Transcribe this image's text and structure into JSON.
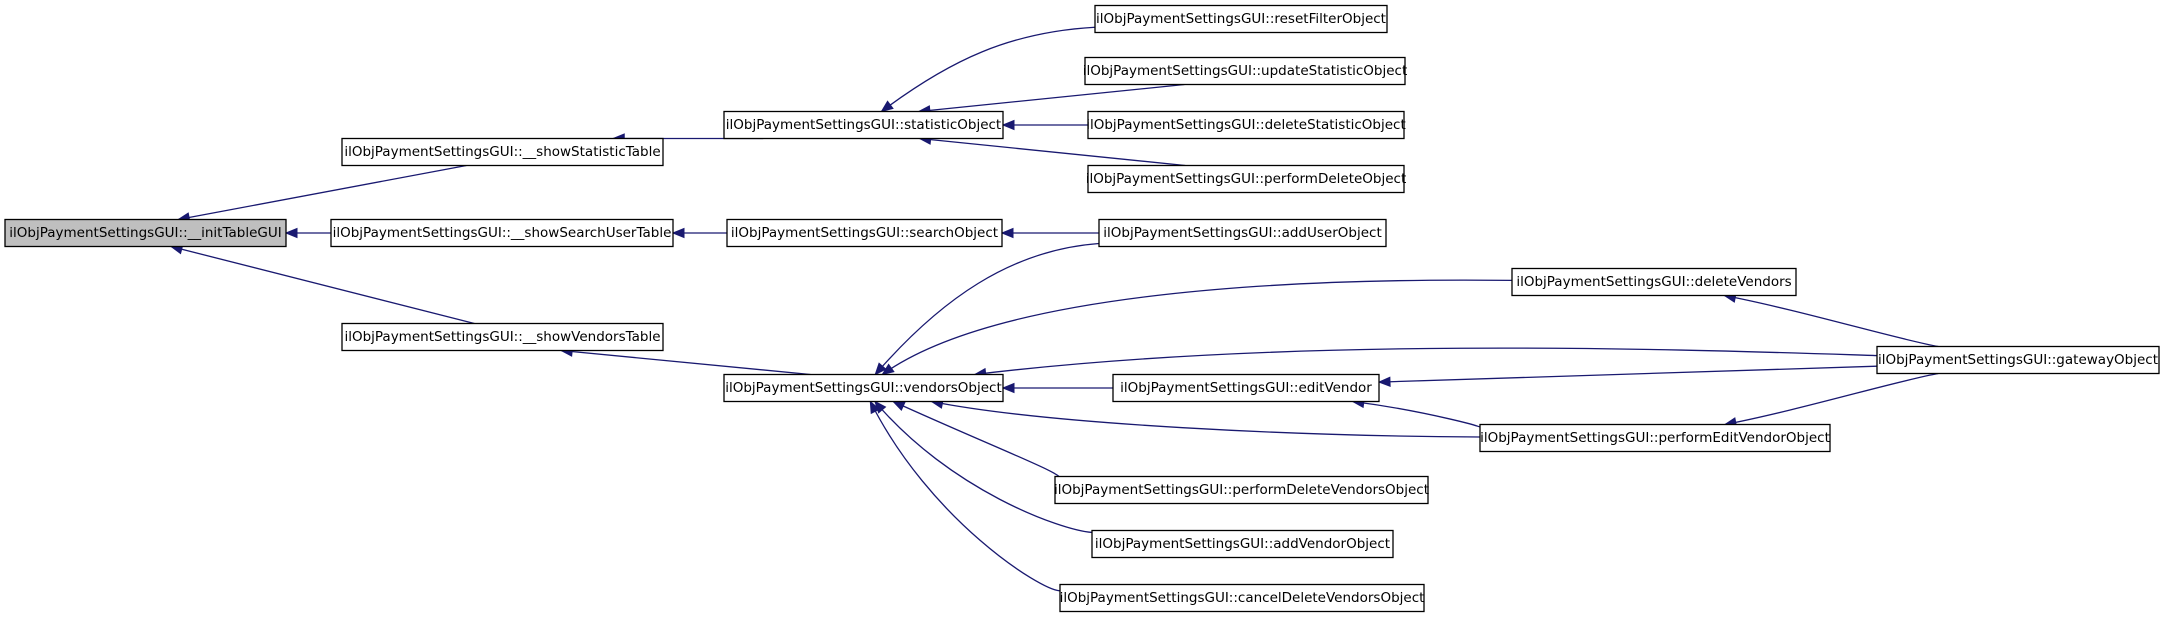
{
  "diagram": {
    "type": "call-graph",
    "nodes": [
      {
        "id": "initTableGUI",
        "label": "ilObjPaymentSettingsGUI::__initTableGUI",
        "root": true
      },
      {
        "id": "showStatisticTable",
        "label": "ilObjPaymentSettingsGUI::__showStatisticTable"
      },
      {
        "id": "showSearchUserTable",
        "label": "ilObjPaymentSettingsGUI::__showSearchUserTable"
      },
      {
        "id": "showVendorsTable",
        "label": "ilObjPaymentSettingsGUI::__showVendorsTable"
      },
      {
        "id": "statisticObject",
        "label": "ilObjPaymentSettingsGUI::statisticObject"
      },
      {
        "id": "searchObject",
        "label": "ilObjPaymentSettingsGUI::searchObject"
      },
      {
        "id": "vendorsObject",
        "label": "ilObjPaymentSettingsGUI::vendorsObject"
      },
      {
        "id": "resetFilterObject",
        "label": "ilObjPaymentSettingsGUI::resetFilterObject"
      },
      {
        "id": "updateStatisticObject",
        "label": "ilObjPaymentSettingsGUI::updateStatisticObject"
      },
      {
        "id": "deleteStatisticObject",
        "label": "ilObjPaymentSettingsGUI::deleteStatisticObject"
      },
      {
        "id": "performDeleteObject",
        "label": "ilObjPaymentSettingsGUI::performDeleteObject"
      },
      {
        "id": "addUserObject",
        "label": "ilObjPaymentSettingsGUI::addUserObject"
      },
      {
        "id": "deleteVendors",
        "label": "ilObjPaymentSettingsGUI::deleteVendors"
      },
      {
        "id": "editVendor",
        "label": "ilObjPaymentSettingsGUI::editVendor"
      },
      {
        "id": "performEditVendorObject",
        "label": "ilObjPaymentSettingsGUI::performEditVendorObject"
      },
      {
        "id": "performDeleteVendorsObject",
        "label": "ilObjPaymentSettingsGUI::performDeleteVendorsObject"
      },
      {
        "id": "addVendorObject",
        "label": "ilObjPaymentSettingsGUI::addVendorObject"
      },
      {
        "id": "cancelDeleteVendorsObject",
        "label": "ilObjPaymentSettingsGUI::cancelDeleteVendorsObject"
      },
      {
        "id": "gatewayObject",
        "label": "ilObjPaymentSettingsGUI::gatewayObject"
      }
    ],
    "edges": [
      {
        "from": "showStatisticTable",
        "to": "initTableGUI"
      },
      {
        "from": "showSearchUserTable",
        "to": "initTableGUI"
      },
      {
        "from": "showVendorsTable",
        "to": "initTableGUI"
      },
      {
        "from": "statisticObject",
        "to": "showStatisticTable"
      },
      {
        "from": "searchObject",
        "to": "showSearchUserTable"
      },
      {
        "from": "vendorsObject",
        "to": "showVendorsTable"
      },
      {
        "from": "resetFilterObject",
        "to": "statisticObject"
      },
      {
        "from": "updateStatisticObject",
        "to": "statisticObject"
      },
      {
        "from": "deleteStatisticObject",
        "to": "statisticObject"
      },
      {
        "from": "performDeleteObject",
        "to": "statisticObject"
      },
      {
        "from": "addUserObject",
        "to": "searchObject"
      },
      {
        "from": "addUserObject",
        "to": "vendorsObject"
      },
      {
        "from": "deleteVendors",
        "to": "vendorsObject"
      },
      {
        "from": "gatewayObject",
        "to": "vendorsObject"
      },
      {
        "from": "editVendor",
        "to": "vendorsObject"
      },
      {
        "from": "performEditVendorObject",
        "to": "vendorsObject"
      },
      {
        "from": "performDeleteVendorsObject",
        "to": "vendorsObject"
      },
      {
        "from": "addVendorObject",
        "to": "vendorsObject"
      },
      {
        "from": "cancelDeleteVendorsObject",
        "to": "vendorsObject"
      },
      {
        "from": "gatewayObject",
        "to": "deleteVendors"
      },
      {
        "from": "gatewayObject",
        "to": "editVendor"
      },
      {
        "from": "performEditVendorObject",
        "to": "editVendor"
      },
      {
        "from": "gatewayObject",
        "to": "performEditVendorObject"
      }
    ]
  }
}
